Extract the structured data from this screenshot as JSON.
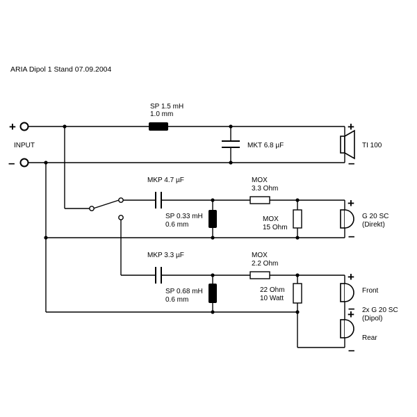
{
  "title": "ARIA Dipol 1 Stand 07.09.2004",
  "input": {
    "label": "INPUT",
    "plus": "+",
    "minus": "–"
  },
  "tweeter_branch": {
    "inductor": {
      "line1": "SP 1.5 mH",
      "line2": "1.0 mm"
    },
    "capacitor": "MKT 6.8 µF",
    "speaker": "TI 100",
    "plus": "+",
    "minus": "–"
  },
  "direct_branch": {
    "capacitor": "MKP 4.7 µF",
    "inductor": {
      "line1": "SP 0.33 mH",
      "line2": "0.6 mm"
    },
    "series_resistor": {
      "line1": "MOX",
      "line2": "3.3 Ohm"
    },
    "shunt_resistor": {
      "line1": "MOX",
      "line2": "15 Ohm"
    },
    "speaker": {
      "line1": "G 20 SC",
      "line2": "(Direkt)"
    },
    "plus": "+",
    "minus": "–"
  },
  "dipol_branch": {
    "capacitor": "MKP 3.3 µF",
    "inductor": {
      "line1": "SP 0.68 mH",
      "line2": "0.6 mm"
    },
    "series_resistor": {
      "line1": "MOX",
      "line2": "2.2 Ohm"
    },
    "shunt_resistor": {
      "line1": "22 Ohm",
      "line2": "10 Watt"
    },
    "front_label": "Front",
    "rear_label": "Rear",
    "speaker": {
      "line1": "2x G 20 SC",
      "line2": "(Dipol)"
    },
    "front_plus": "+",
    "front_minus": "–",
    "rear_plus": "+",
    "rear_minus": "–"
  }
}
